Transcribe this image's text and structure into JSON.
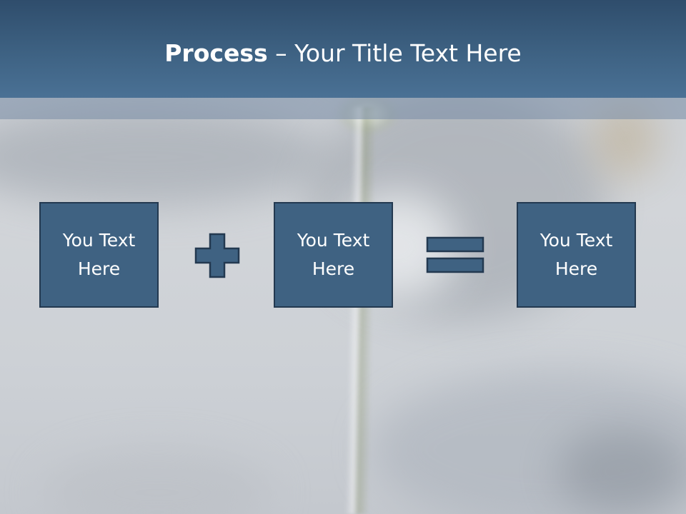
{
  "title": {
    "bold": "Process",
    "rest": " – Your Title Text Here"
  },
  "boxes": [
    {
      "text": "You Text Here"
    },
    {
      "text": "You Text Here"
    },
    {
      "text": "You Text Here"
    }
  ],
  "operators": [
    "plus-icon",
    "equals-icon"
  ],
  "colors": {
    "title_bar": "#3e6283",
    "box_fill": "#3f6282",
    "box_border": "#233950",
    "text": "#ffffff"
  }
}
